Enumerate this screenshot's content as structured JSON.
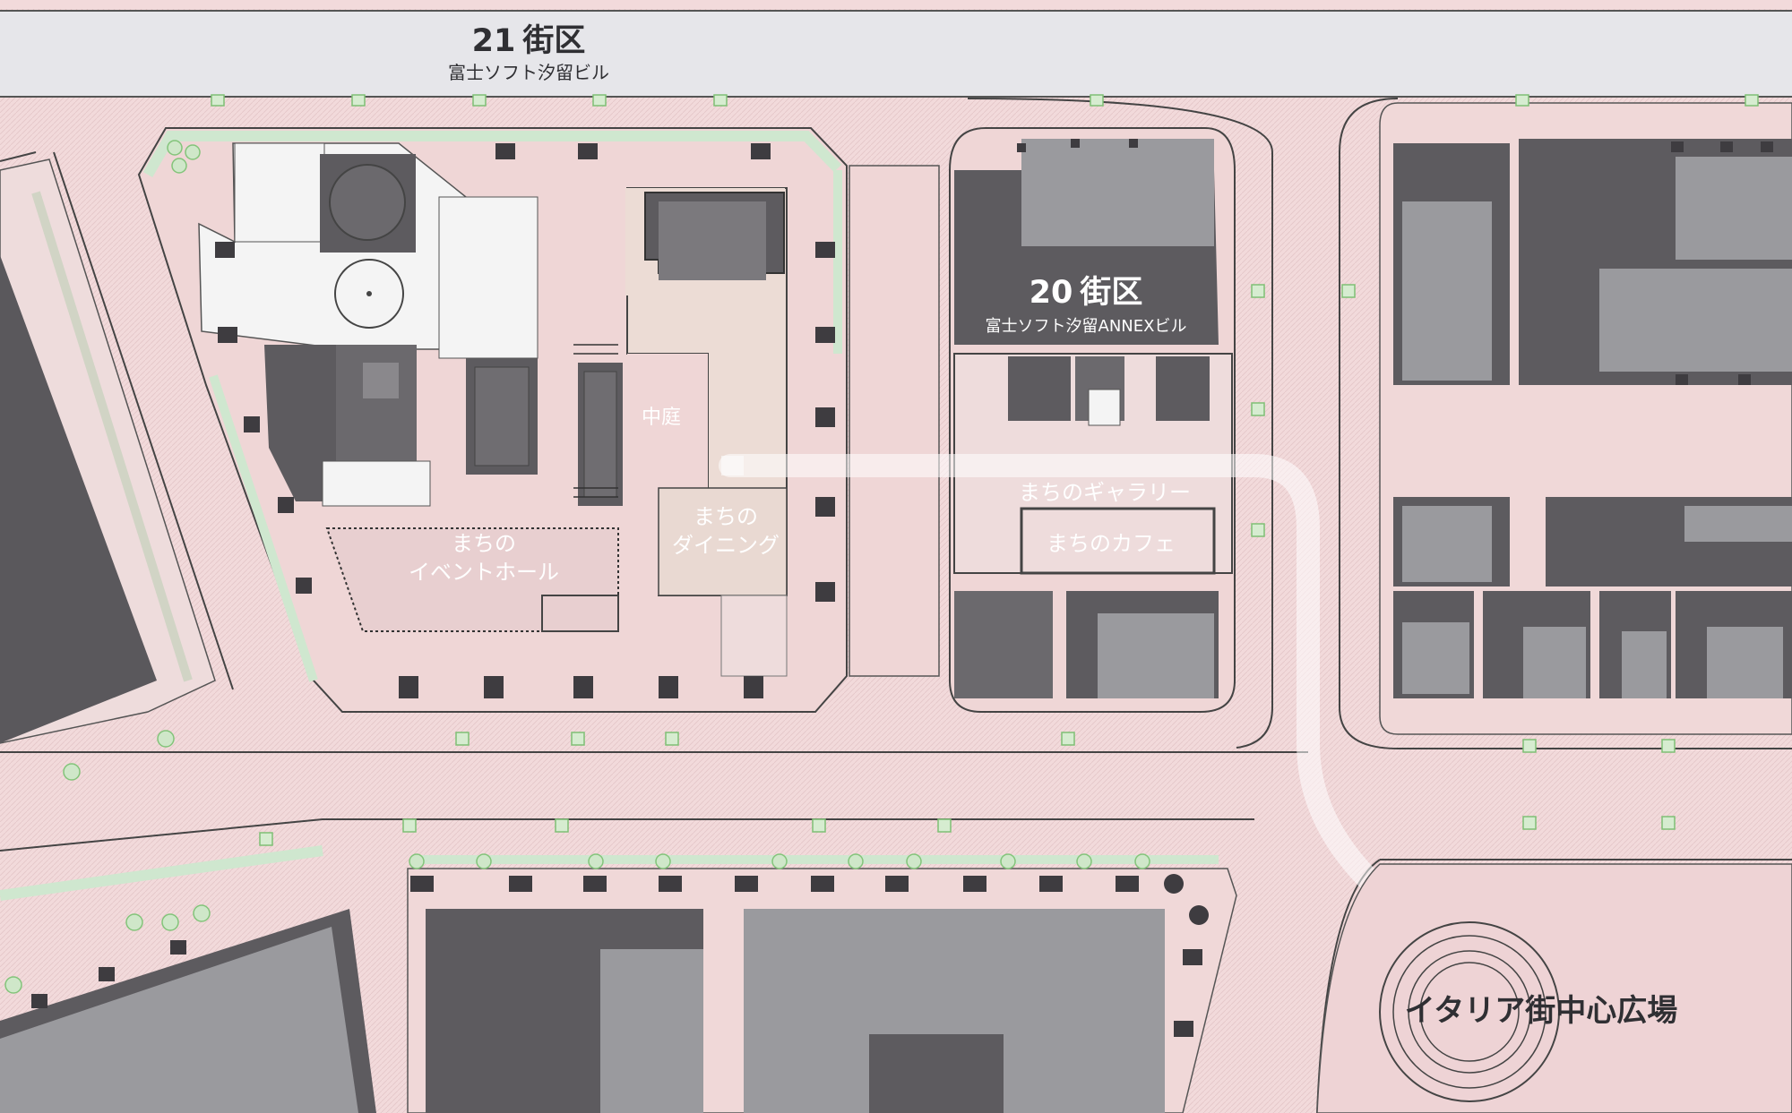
{
  "map": {
    "districts": [
      {
        "number": "21",
        "suffix": "街区",
        "building": "富士ソフト汐留ビル"
      },
      {
        "number": "20",
        "suffix": "街区",
        "building": "富士ソフト汐留ANNEXビル"
      }
    ],
    "areas": {
      "courtyard": "中庭",
      "event_hall_line1": "まちの",
      "event_hall_line2": "イベントホール",
      "dining_line1": "まちの",
      "dining_line2": "ダイニング",
      "gallery": "まちのギャラリー",
      "cafe": "まちのカフェ",
      "plaza": "イタリア街中心広場"
    },
    "colors": {
      "ground": "#f2dadb",
      "road": "#eddadb",
      "header_band": "#e6e6ea",
      "building_dark": "#5d5b5f",
      "building_light": "#9a9a9e",
      "greenery": "#dff0df",
      "courtyard_floor": "#ecdcd5",
      "white_room": "#f4f4f4",
      "walkway": "#ffffff"
    },
    "icons": [
      "tree-icon",
      "planter-icon",
      "column-icon",
      "staircase-icon",
      "fountain-icon"
    ]
  }
}
